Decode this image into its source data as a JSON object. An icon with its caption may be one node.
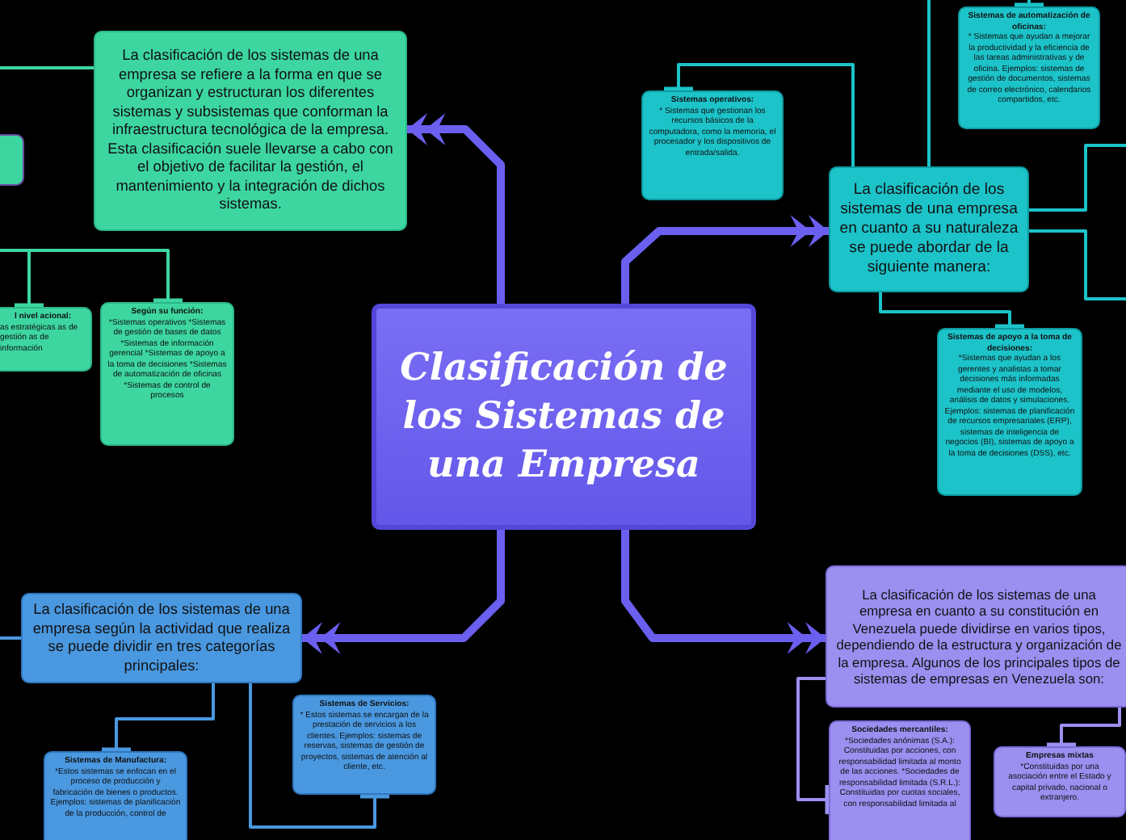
{
  "diagram": {
    "nodes": [
      {
        "text": [
          "Clasificación de los Sistemas de una Empresa"
        ]
      },
      {
        "text": [
          "La clasificación de los sistemas de una empresa se refiere a la forma en que se organizan y estructuran los diferentes sistemas y subsistemas que conforman la infraestructura tecnológica de la empresa. Esta clasificación suele llevarse a cabo con el objetivo de facilitar la gestión, el mantenimiento y la integración de dichos sistemas."
        ]
      },
      {
        "text": [],
        "shape": "box"
      },
      {
        "text": [
          "l nivel acional:",
          "as estratégicas as de gestión as de información"
        ]
      },
      {
        "text": [
          "Según su función:",
          "*Sistemas operativos *Sistemas de gestión de bases de datos *Sistemas de información gerencial *Sistemas de apoyo a la toma de decisiones *Sistemas de automatización de oficinas *Sistemas de control de procesos"
        ]
      },
      {
        "text": [
          "La clasificación de los sistemas de una empresa en cuanto a su naturaleza se puede abordar de la siguiente manera:"
        ]
      },
      {
        "text": [
          "Sistemas operativos:",
          "* Sistemas que gestionan los recursos básicos de la computadora, como la memoria, el procesador y los dispositivos de entrada/salida."
        ]
      },
      {
        "text": [
          "Sistemas de automatización de oficinas:",
          "* Sistemas que ayudan a mejorar la productividad y la eficiencia de las tareas administrativas y de oficina. Ejemplos: sistemas de gestión de documentos, sistemas de correo electrónico, calendarios compartidos, etc."
        ]
      },
      {
        "text": [
          "Sistemas de apoyo a la toma de decisiones:",
          "*Sistemas que ayudan a los gerentes y analistas a tomar decisiones más informadas mediante el uso de modelos, análisis de datos y simulaciones. Ejemplos: sistemas de planificación de recursos empresariales (ERP), sistemas de inteligencia de negocios (BI), sistemas de apoyo a la toma de decisiones (DSS), etc."
        ]
      },
      {
        "text": [
          "La clasificación de los sistemas de una empresa según la actividad que realiza se puede dividir en tres categorías principales:"
        ]
      },
      {
        "text": [
          "Sistemas de Servicios:",
          "* Estos sistemas se encargan de la prestación de servicios a los clientes. Ejemplos: sistemas de reservas, sistemas de gestión de proyectos, sistemas de atención al cliente, etc."
        ]
      },
      {
        "text": [
          "Sistemas de Manufactura:",
          "*Estos sistemas se enfocan en el proceso de producción y fabricación de bienes o productos. Ejemplos: sistemas de planificación de la producción, control de"
        ]
      },
      {
        "text": [
          "La clasificación de los sistemas de una empresa en cuanto a su constitución en Venezuela puede dividirse en varios tipos, dependiendo de la estructura y organización de la empresa. Algunos de los principales tipos de sistemas de empresas en Venezuela son:"
        ]
      },
      {
        "text": [
          "Sociedades mercantiles:",
          "*Sociedades anónimas (S.A.): Constituidas por acciones, con responsabilidad limitada al monto de las acciones. *Sociedades de responsabilidad limitada (S.R.L.): Constituidas por cuotas sociales, con responsabilidad limitada al"
        ]
      },
      {
        "text": [
          "Empresas mixtas",
          "*Constituidas por una asociación entre el Estado y capital privado, nacional o extranjero."
        ]
      }
    ],
    "edges": [
      {
        "from": 0,
        "to": 1,
        "arrow": "to",
        "style": "thick",
        "color": "#6b5ff0"
      },
      {
        "from": 0,
        "to": 5,
        "arrow": "to",
        "style": "thick",
        "color": "#6b5ff0"
      },
      {
        "from": 0,
        "to": 9,
        "arrow": "to",
        "style": "thick",
        "color": "#6b5ff0"
      },
      {
        "from": 0,
        "to": 12,
        "arrow": "to",
        "style": "thick",
        "color": "#6b5ff0"
      },
      {
        "from": 1,
        "to": null,
        "arrow": "none",
        "color": "#3dd6a0"
      },
      {
        "from": null,
        "to": 3,
        "arrow": "other",
        "color": "#3dd6a0"
      },
      {
        "from": null,
        "to": 4,
        "arrow": "other",
        "color": "#3dd6a0"
      },
      {
        "from": 5,
        "to": 6,
        "arrow": "other",
        "color": "#1cc3c9"
      },
      {
        "from": 5,
        "to": 7,
        "arrow": "other",
        "color": "#1cc3c9"
      },
      {
        "from": 5,
        "to": null,
        "arrow": "none",
        "color": "#1cc3c9"
      },
      {
        "from": 5,
        "to": null,
        "arrow": "none",
        "color": "#1cc3c9"
      },
      {
        "from": 5,
        "to": 8,
        "arrow": "other",
        "color": "#1cc3c9"
      },
      {
        "from": 9,
        "to": null,
        "arrow": "none",
        "color": "#4a98e0"
      },
      {
        "from": 9,
        "to": 11,
        "arrow": "other",
        "color": "#4a98e0"
      },
      {
        "from": 9,
        "to": 10,
        "arrow": "other",
        "color": "#4a98e0"
      },
      {
        "from": 12,
        "to": 13,
        "arrow": "other",
        "color": "#9b8ff0"
      },
      {
        "from": 12,
        "to": 14,
        "arrow": "other",
        "color": "#9b8ff0"
      }
    ]
  }
}
